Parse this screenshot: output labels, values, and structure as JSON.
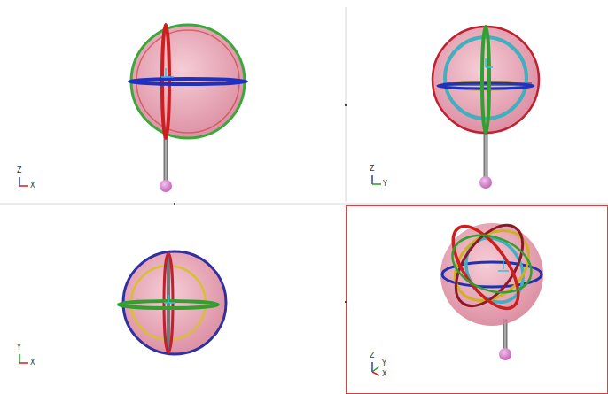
{
  "diagram": {
    "labels": [
      "Z",
      "X",
      "Z",
      "Y",
      "Y",
      "X",
      "Z",
      "Y",
      "X"
    ]
  }
}
